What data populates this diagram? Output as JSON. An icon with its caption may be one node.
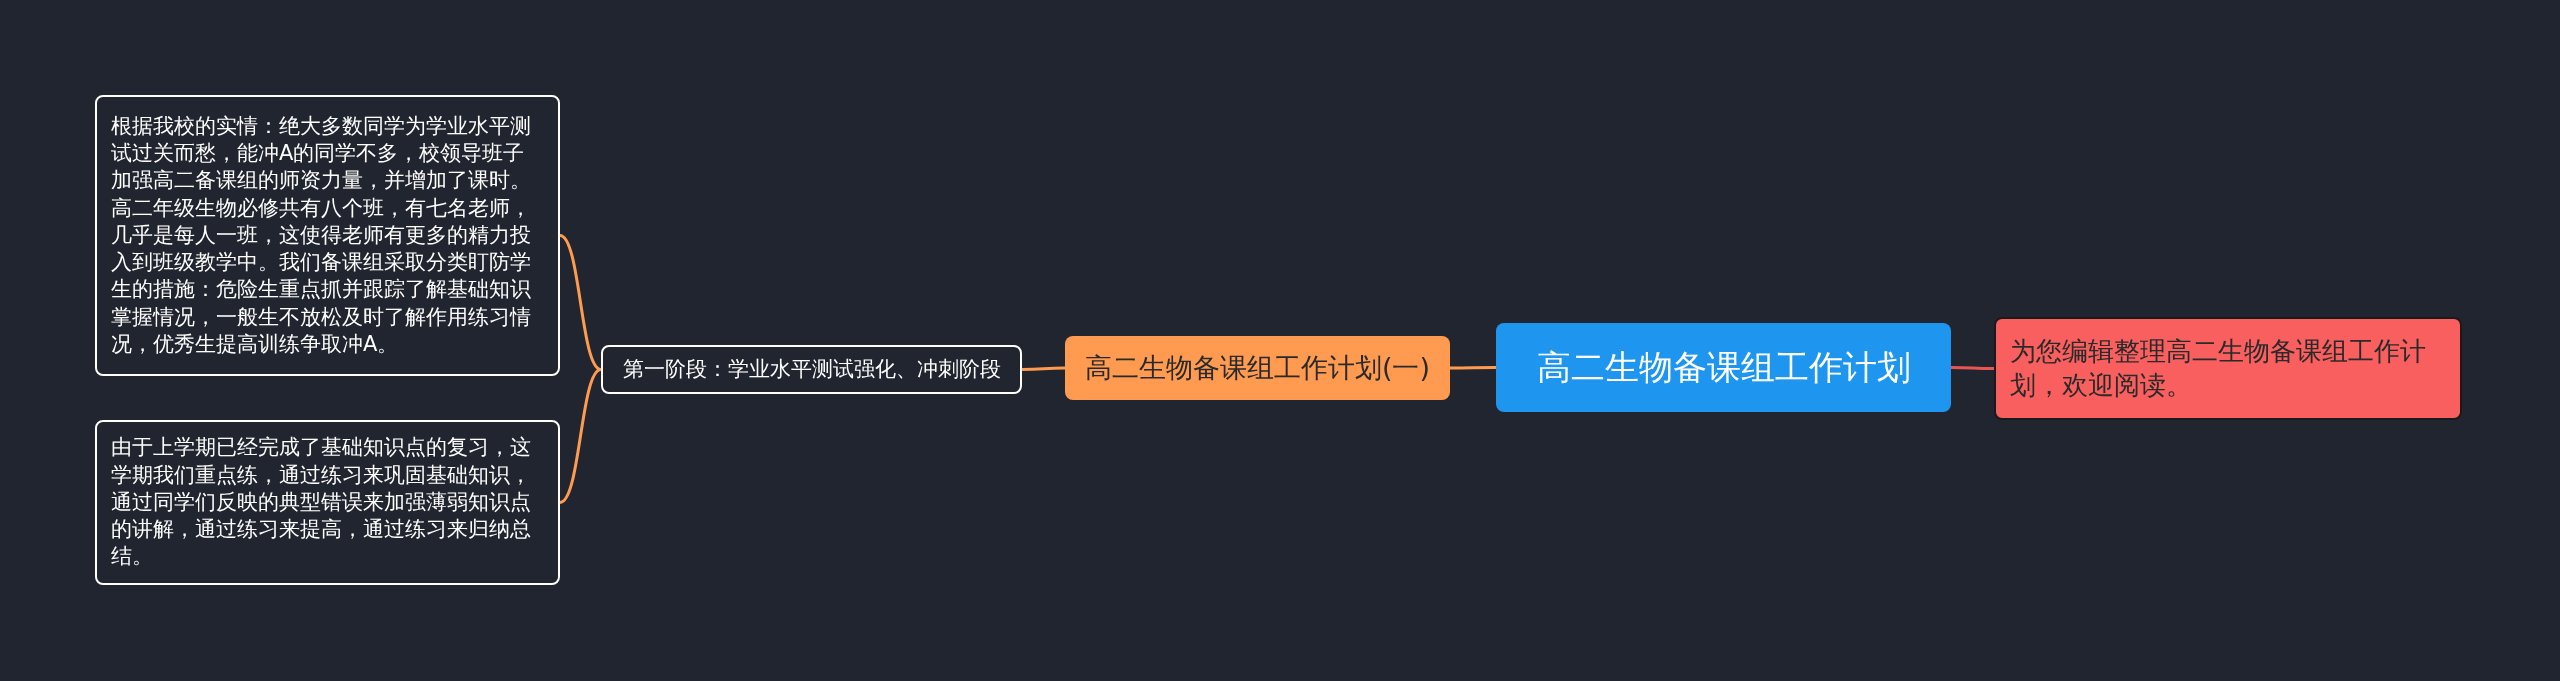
{
  "diagram": {
    "nodes": [
      {
        "text": [
          "高二生物备课组工作计划"
        ]
      },
      {
        "text": [
          "高二生物备课组工作计划(一)"
        ]
      },
      {
        "text": [
          "第一阶段：学业水平测试强化、冲刺阶段"
        ]
      },
      {
        "text": [
          "根据我校的实情：绝大多数同学为学业水平测试过关而愁，能冲A的同学不多，校领导班子加强高二备课组的师资力量，并增加了课时。高二年级生物必修共有八个班，有七名老师，几乎是每人一班，这使得老师有更多的精力投入到班级教学中。我们备课组采取分类盯防学生的措施：危险生重点抓并跟踪了解基础知识掌握情况，一般生不放松及时了解作用练习情况，优秀生提高训练争取冲A。"
        ]
      },
      {
        "text": [
          "由于上学期已经完成了基础知识点的复习，这学期我们重点练，通过练习来巩固基础知识，通过同学们反映的典型错误来加强薄弱知识点的讲解，通过练习来提高，通过练习来归纳总结。"
        ]
      },
      {
        "text": [
          "为您编辑整理高二生物备课组工作计划，欢迎阅读。"
        ]
      }
    ],
    "edges": [
      {
        "from": 0,
        "to": 1,
        "arrow": "none"
      },
      {
        "from": 1,
        "to": 2,
        "arrow": "none"
      },
      {
        "from": 2,
        "to": 3,
        "arrow": "none"
      },
      {
        "from": 2,
        "to": 4,
        "arrow": "none"
      },
      {
        "from": 0,
        "to": 5,
        "arrow": "none",
        "color": "#e85555"
      }
    ]
  }
}
